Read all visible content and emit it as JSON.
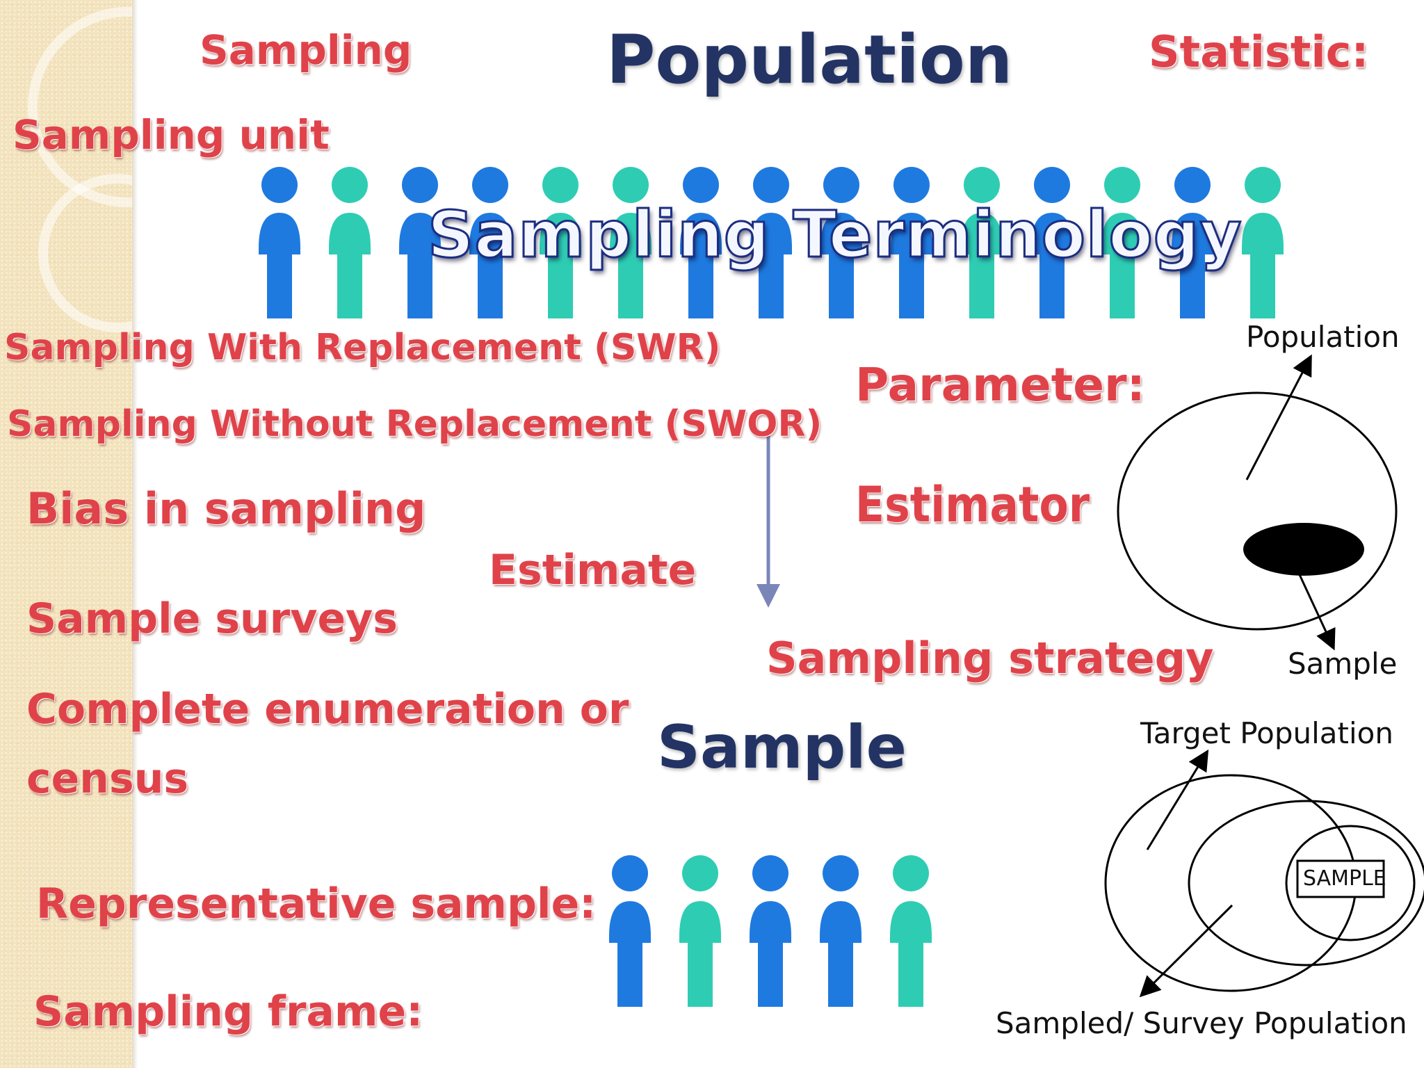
{
  "slide": {
    "title": "Sampling Terminology",
    "terms": {
      "sampling": "Sampling",
      "sampling_unit": "Sampling unit",
      "statistic": "Statistic:",
      "swr": "Sampling With Replacement (SWR)",
      "swor": "Sampling Without Replacement (SWOR)",
      "parameter": "Parameter:",
      "bias": "Bias in sampling",
      "estimator": "Estimator",
      "estimate": "Estimate",
      "sample_surveys": "Sample surveys",
      "sampling_strategy": "Sampling strategy",
      "complete_enum_1": "Complete enumeration or",
      "complete_enum_2": "census",
      "representative": "Representative sample:",
      "frame": "Sampling frame:"
    }
  },
  "illustration": {
    "population_label": "Population",
    "sample_label": "Sample",
    "population_people": [
      "blue",
      "teal",
      "blue",
      "blue",
      "teal",
      "teal",
      "blue",
      "blue",
      "blue",
      "blue",
      "teal",
      "blue",
      "teal",
      "blue",
      "teal"
    ],
    "sample_people": [
      "blue",
      "teal",
      "blue",
      "blue",
      "teal"
    ],
    "colors": {
      "blue": "#1f7ae0",
      "teal": "#2ecdb3",
      "arrow": "#7b86b8"
    }
  },
  "diagram_top": {
    "population_label": "Population",
    "sample_label": "Sample"
  },
  "diagram_bottom": {
    "target_label": "Target Population",
    "sampled_label": "Sampled/ Survey Population",
    "box_label": "SAMPLE"
  }
}
